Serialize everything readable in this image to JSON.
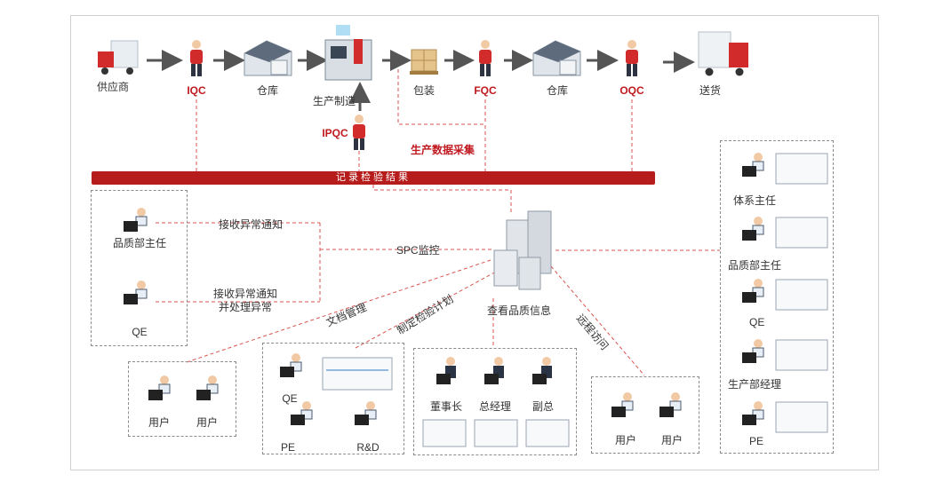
{
  "flow": {
    "supplier": "供应商",
    "iqc": "IQC",
    "warehouse1": "仓库",
    "production": "生产制造",
    "ipqc": "IPQC",
    "packaging": "包装",
    "fqc": "FQC",
    "warehouse2": "仓库",
    "oqc": "OQC",
    "delivery": "送货",
    "data_collection": "生产数据采集"
  },
  "record_bar": "记录检验结果",
  "left_group": {
    "role1": "品质部主任",
    "role2": "QE",
    "notice1": "接收异常通知",
    "notice2_line1": "接收异常通知",
    "notice2_line2": "并处理异常"
  },
  "center": {
    "spc": "SPC监控",
    "server_label": "查看品质信息",
    "doc_mgmt": "文档管理",
    "plan": "制定检验计划",
    "remote": "远程访问"
  },
  "users_left": [
    "用户",
    "用户"
  ],
  "pe_group": {
    "qe": "QE",
    "pe": "PE",
    "rd": "R&D"
  },
  "exec_group": [
    "董事长",
    "总经理",
    "副总"
  ],
  "users_right": [
    "用户",
    "用户"
  ],
  "right_group": [
    "体系主任",
    "品质部主任",
    "QE",
    "生产部经理",
    "PE"
  ]
}
